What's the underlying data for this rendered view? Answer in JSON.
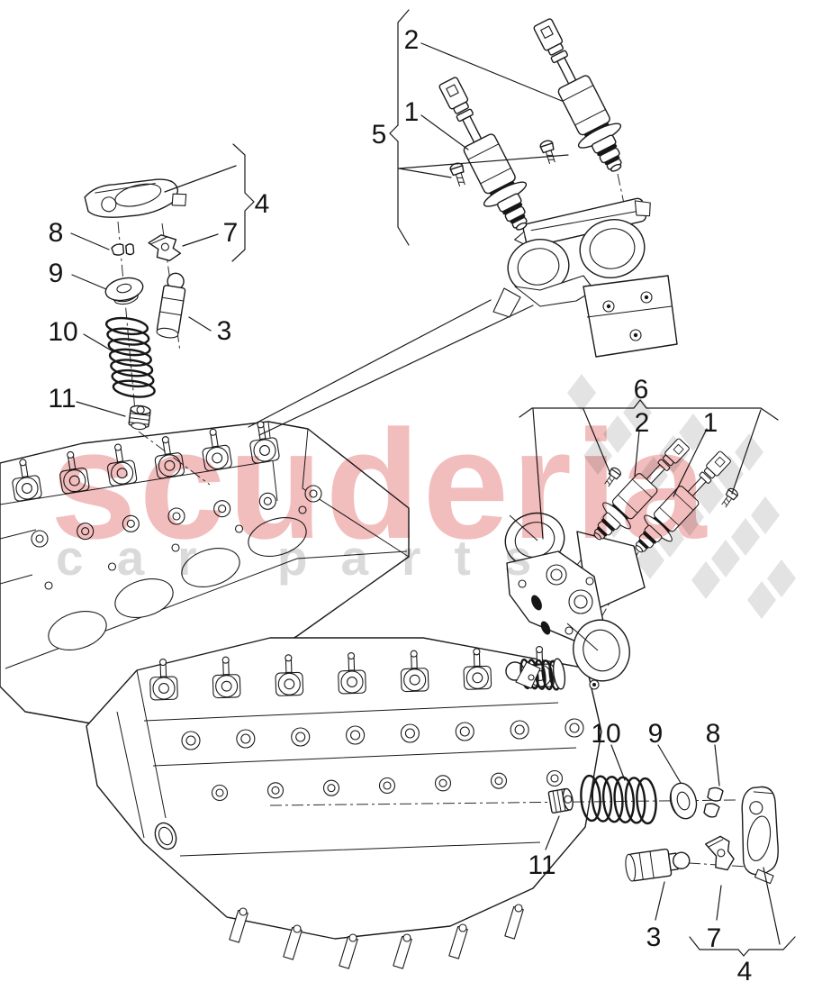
{
  "watermark": {
    "brand": "scuderia",
    "subtext": "car parts",
    "brand_color": "#f2bdbd",
    "subtext_color": "#dadada",
    "flag_color": "#e3e3e3"
  },
  "diagram": {
    "background_color": "#ffffff",
    "line_color": "#1a1a1a"
  },
  "callouts": {
    "tl4": "4",
    "tl8": "8",
    "tl7": "7",
    "tl9": "9",
    "tl3": "3",
    "tl10": "10",
    "tl11": "11",
    "tr5": "5",
    "tr2": "2",
    "tr1": "1",
    "mr6": "6",
    "mr2": "2",
    "mr1": "1",
    "br10": "10",
    "br9": "9",
    "br8": "8",
    "br11": "11",
    "br3": "3",
    "br7": "7",
    "br4": "4"
  }
}
